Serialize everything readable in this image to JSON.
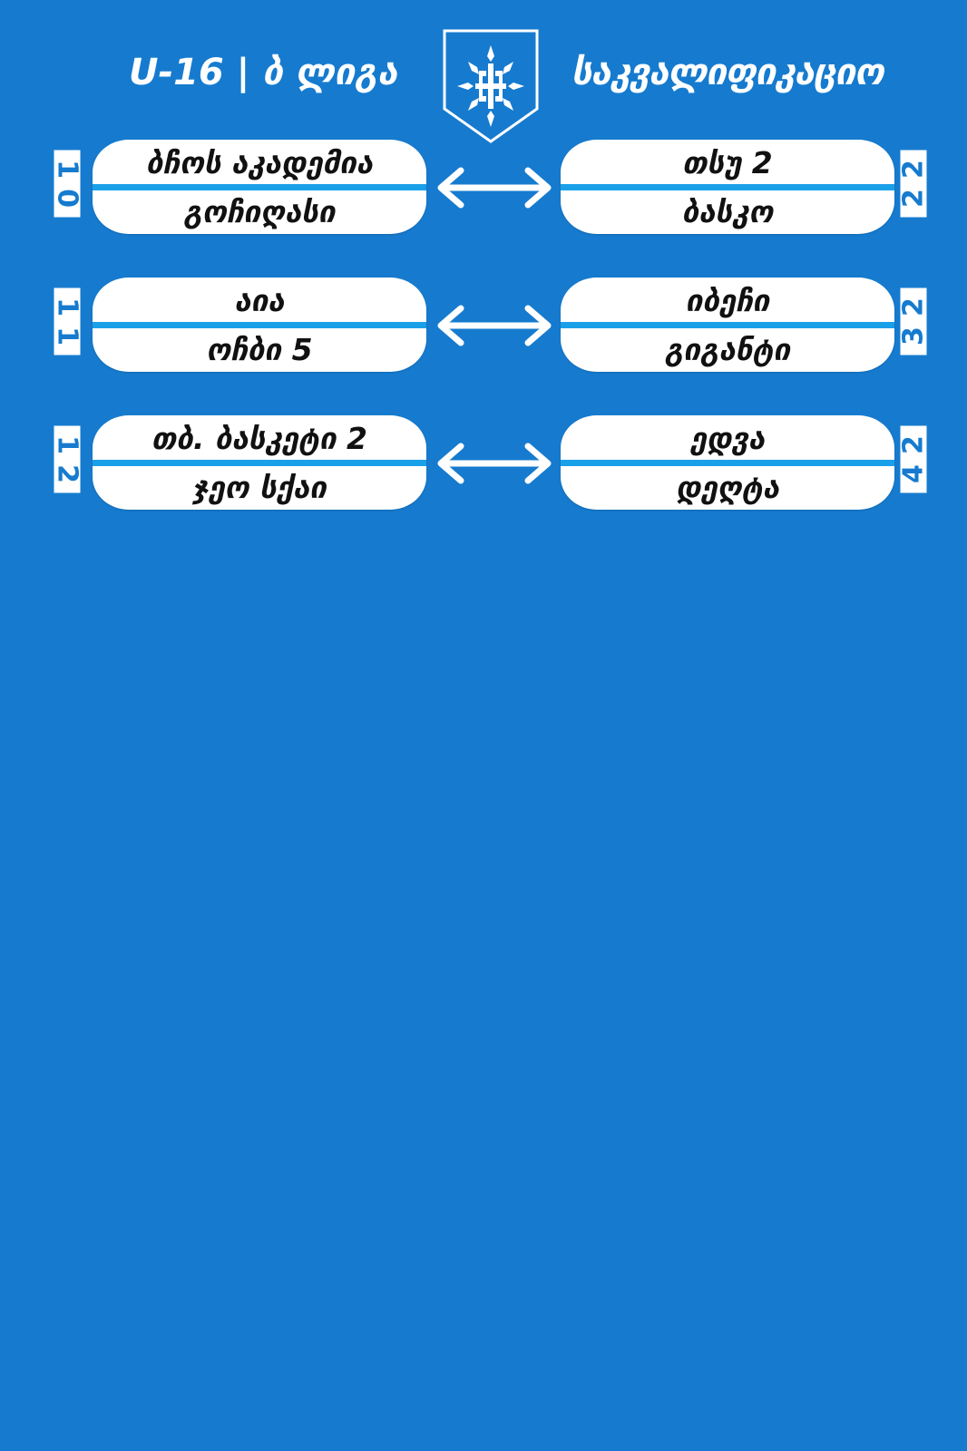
{
  "header": {
    "left_title": "U-16 | ბ ლიგა",
    "right_title": "საკვალიფიკაციო"
  },
  "matches": [
    {
      "left": {
        "number_digits": [
          "1",
          "0"
        ],
        "team_top": "ბჩოს აკადემია",
        "team_bottom": "გოჩიღასი"
      },
      "right": {
        "number_digits": [
          "2",
          "2"
        ],
        "team_top": "თსუ 2",
        "team_bottom": "ბასკო"
      }
    },
    {
      "left": {
        "number_digits": [
          "1",
          "1"
        ],
        "team_top": "აია",
        "team_bottom": "ოჩბი 5"
      },
      "right": {
        "number_digits": [
          "2",
          "3"
        ],
        "team_top": "იბეჩი",
        "team_bottom": "გიგანტი"
      }
    },
    {
      "left": {
        "number_digits": [
          "1",
          "2"
        ],
        "team_top": "თბ. ბასკეტი 2",
        "team_bottom": "ჯეო სქაი"
      },
      "right": {
        "number_digits": [
          "2",
          "4"
        ],
        "team_top": "ედვა",
        "team_bottom": "დეღტა"
      }
    }
  ],
  "colors": {
    "background": "#167bcf",
    "pill": "#ffffff",
    "stripe": "#1aa0e8",
    "text": "#111111"
  },
  "icons": {
    "logo": "federation-shield-logo",
    "arrow": "double-headed-arrow-icon"
  }
}
